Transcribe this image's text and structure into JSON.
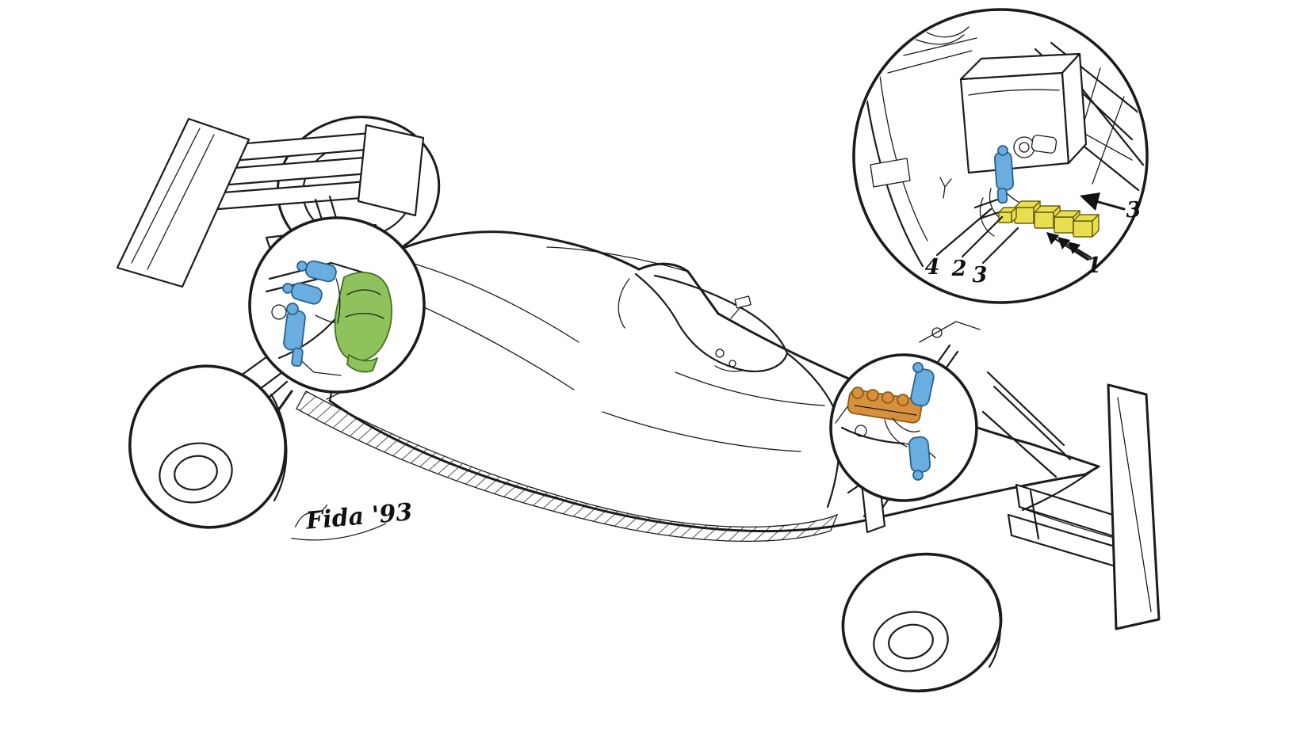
{
  "illustration": {
    "subject": "Formula 1 race car cutaway drawing showing active suspension hydraulic components with magnified detail insets",
    "signature": "Fida '93",
    "colors": {
      "line": "#1c1c1c",
      "hydraulic_blue": "#69aede",
      "accumulator_green": "#8fc25c",
      "manifold_orange": "#d6903e",
      "servo_yellow": "#e8de52"
    },
    "inset_labels": {
      "label_3_right": "3",
      "label_4": "4",
      "label_2": "2",
      "label_3_left": "3",
      "label_1": "1"
    }
  }
}
